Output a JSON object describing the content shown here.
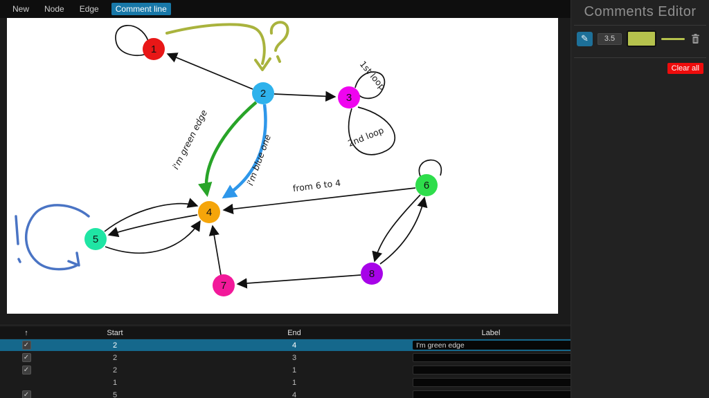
{
  "menu": {
    "items": [
      "New",
      "Node",
      "Edge",
      "Comment line"
    ],
    "active_item": "Comment line"
  },
  "sidebar": {
    "title": "Comments Editor",
    "thickness_value": "3.5",
    "comment_color": "#b5c24d",
    "clear_all_label": "Clear all"
  },
  "icons": {
    "pencil": "✎",
    "sort_up": "↑",
    "check": "✓"
  },
  "canvas": {
    "nodes": [
      {
        "label": "1",
        "color": "#e81717"
      },
      {
        "label": "2",
        "color": "#2eb2ec"
      },
      {
        "label": "3",
        "color": "#ef04ef"
      },
      {
        "label": "4",
        "color": "#f5a50a"
      },
      {
        "label": "5",
        "color": "#1fe5a4"
      },
      {
        "label": "6",
        "color": "#2edd4b"
      },
      {
        "label": "7",
        "color": "#f2199a"
      },
      {
        "label": "8",
        "color": "#a703e8"
      }
    ],
    "edge_labels": {
      "green": "i'm green edge",
      "blue": "i'm blue one",
      "from6to4": "from 6 to 4",
      "loop1": "1st loop",
      "loop2": "2nd loop"
    },
    "edges": [
      {
        "from": "2",
        "to": "4",
        "label": "i'm green edge",
        "color": "#28a428"
      },
      {
        "from": "2",
        "to": "4",
        "label": "i'm blue one",
        "color": "#2e97ea"
      },
      {
        "from": "2",
        "to": "3"
      },
      {
        "from": "2",
        "to": "1"
      },
      {
        "from": "1",
        "to": "1"
      },
      {
        "from": "5",
        "to": "4"
      },
      {
        "from": "5",
        "to": "4"
      },
      {
        "from": "4",
        "to": "5"
      },
      {
        "from": "6",
        "to": "4",
        "label": "from 6 to 4"
      },
      {
        "from": "6",
        "to": "6"
      },
      {
        "from": "6",
        "to": "8"
      },
      {
        "from": "8",
        "to": "6"
      },
      {
        "from": "8",
        "to": "7"
      },
      {
        "from": "7",
        "to": "4"
      },
      {
        "from": "3",
        "to": "3",
        "label": "1st loop"
      },
      {
        "from": "3",
        "to": "3",
        "label": "2nd loop"
      }
    ],
    "comment_colors": {
      "olive": "#a9b33d",
      "blue": "#4a74c4"
    }
  },
  "table": {
    "headers": {
      "start": "Start",
      "end": "End",
      "label": "Label"
    },
    "rows": [
      {
        "checked": true,
        "start": "2",
        "end": "4",
        "label": "I'm green edge",
        "selected": true
      },
      {
        "checked": true,
        "start": "2",
        "end": "3",
        "label": ""
      },
      {
        "checked": true,
        "start": "2",
        "end": "1",
        "label": ""
      },
      {
        "checked": false,
        "start": "1",
        "end": "1",
        "label": ""
      },
      {
        "checked": true,
        "start": "5",
        "end": "4",
        "label": ""
      }
    ]
  }
}
